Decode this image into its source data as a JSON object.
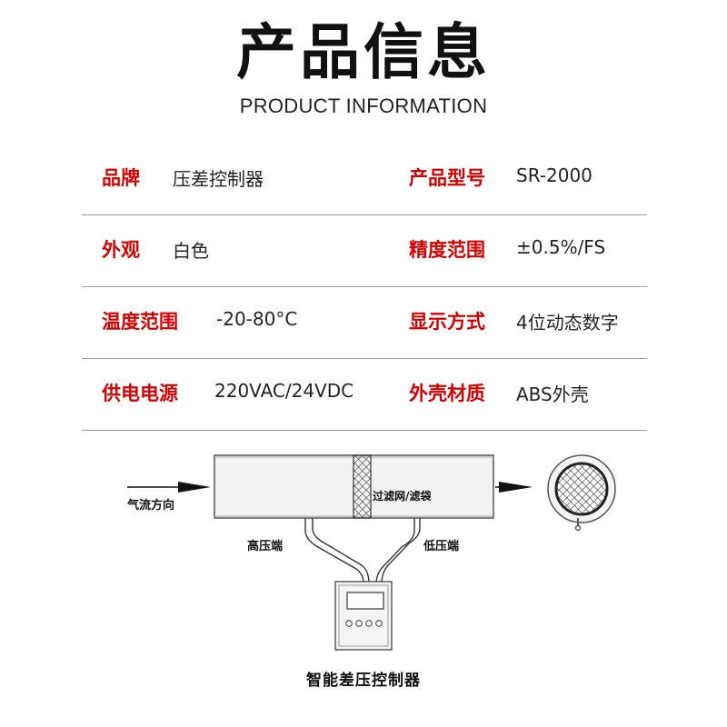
{
  "header": {
    "title": "产品信息",
    "subtitle": "PRODUCT INFORMATION"
  },
  "specs": {
    "rows": [
      {
        "left_label": "品牌",
        "left_value": "压差控制器",
        "right_label": "产品型号",
        "right_value": "SR-2000"
      },
      {
        "left_label": "外观",
        "left_value": "白色",
        "right_label": "精度范围",
        "right_value": "±0.5%/FS"
      },
      {
        "left_label": "温度范围",
        "left_value": "-20-80°C",
        "right_label": "显示方式",
        "right_value": "4位动态数字"
      },
      {
        "left_label": "供电电源",
        "left_value": "220VAC/24VDC",
        "right_label": "外壳材质",
        "right_value": "ABS外壳"
      }
    ]
  },
  "diagram": {
    "airflow_label": "气流方向",
    "filter_label": "过滤网/滤袋",
    "high_pressure_label": "高压端",
    "low_pressure_label": "低压端",
    "caption": "智能差压控制器"
  },
  "colors": {
    "label_red": "#d60000",
    "text": "#222222",
    "divider": "#9a9a9a"
  }
}
